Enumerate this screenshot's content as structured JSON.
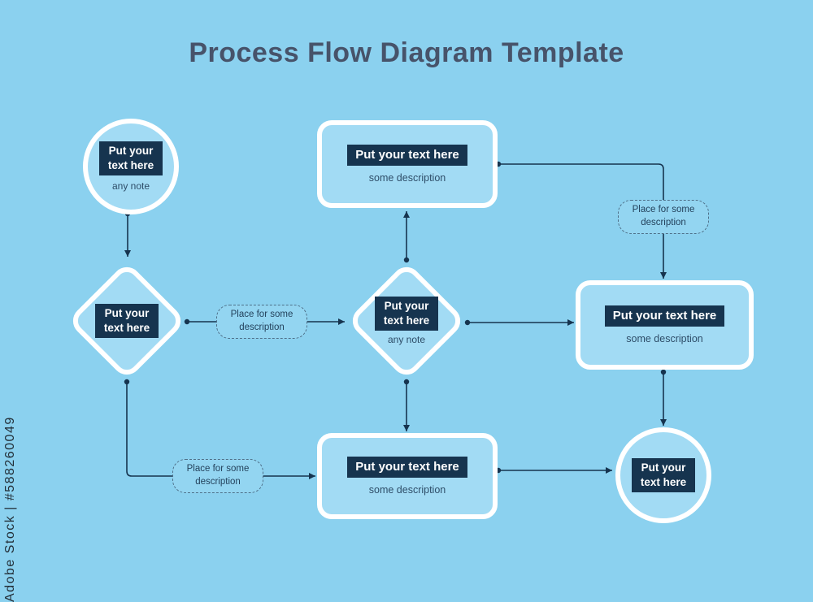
{
  "page": {
    "title": "Process Flow Diagram Template",
    "watermark": "Adobe Stock | #588260049",
    "colors": {
      "background": "#8bd1ef",
      "shape_fill": "#a2dbf4",
      "shape_border": "#ffffff",
      "badge_bg": "#16344f",
      "badge_text": "#ffffff",
      "connector_line": "#16344f",
      "title_text": "#47536a",
      "note_text": "#2e4d68"
    }
  },
  "nodes": {
    "start_circle": {
      "label": "Put your text here",
      "note": "any note"
    },
    "top_process": {
      "label": "Put your text here",
      "description": "some description"
    },
    "left_decision": {
      "label": "Put your text here"
    },
    "center_decision": {
      "label": "Put your text here",
      "note": "any note"
    },
    "right_process": {
      "label": "Put your text here",
      "description": "some description"
    },
    "bottom_process": {
      "label": "Put your text here",
      "description": "some description"
    },
    "end_circle": {
      "label": "Put your text here"
    }
  },
  "annotations": {
    "mid_left": {
      "text": "Place for some description"
    },
    "top_right": {
      "text": "Place for some description"
    },
    "bottom_left": {
      "text": "Place for some description"
    }
  }
}
